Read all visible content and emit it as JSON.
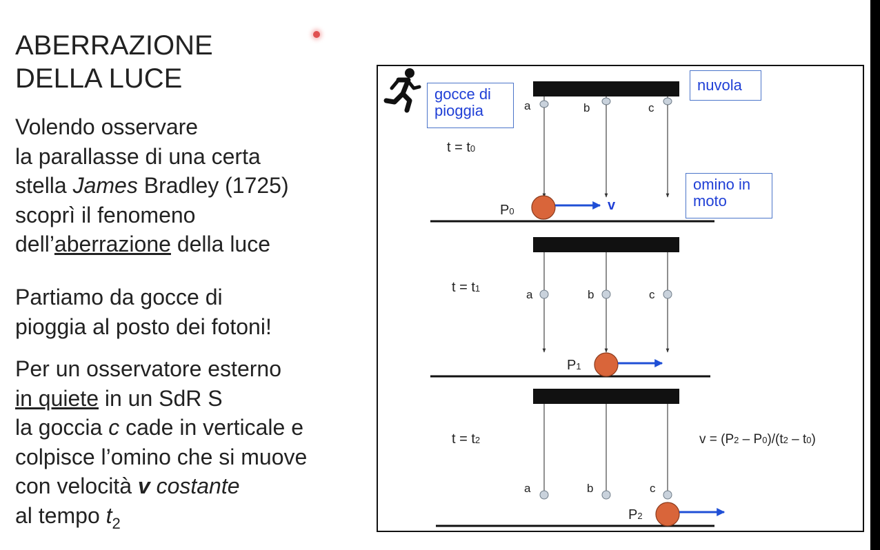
{
  "title": {
    "line1": "ABERRAZIONE",
    "line2": "DELLA LUCE"
  },
  "paragraph1": {
    "l1": "Volendo osservare",
    "l2": "la parallasse di una certa",
    "l3_pre": "stella ",
    "l3_italic": "James",
    "l3_post": " Bradley (1725)",
    "l4": "scoprì il fenomeno",
    "l5_pre": "dell’",
    "l5_underline": "aberrazione",
    "l5_post": " della luce"
  },
  "paragraph2": {
    "l1": "Partiamo da gocce di",
    "l2": "pioggia al posto dei fotoni!"
  },
  "paragraph3": {
    "l1": "Per un osservatore esterno",
    "l2_underline": "in quiete",
    "l2_post": " in un SdR S",
    "l3_pre": "la goccia ",
    "l3_italic": "c",
    "l3_post": " cade in verticale e",
    "l4": "colpisce l’omino che si muove",
    "l5_pre": "con velocità ",
    "l5_bold_italic": "v",
    "l5_italic": " costante",
    "l6_pre": "al tempo ",
    "l6_t": "t",
    "l6_sub": "2"
  },
  "diagram": {
    "labels": {
      "rain_drops": {
        "l1": "gocce di",
        "l2": "pioggia"
      },
      "cloud": "nuvola",
      "moving_man": {
        "l1": "omino in",
        "l2": "moto"
      }
    },
    "drops": [
      "a",
      "b",
      "c"
    ],
    "times": [
      {
        "t": "t = t",
        "sub": "0",
        "P": "P",
        "Psub": "0"
      },
      {
        "t": "t = t",
        "sub": "1",
        "P": "P",
        "Psub": "1"
      },
      {
        "t": "t = t",
        "sub": "2",
        "P": "P",
        "Psub": "2"
      }
    ],
    "velocity_label": "v",
    "formula": {
      "p1": "v = (P",
      "s1": "2",
      "p2": " – P",
      "s2": "0",
      "p3": ")/(t",
      "s3": "2",
      "p4": " – t",
      "s4": "0",
      "p5": ")"
    },
    "colors": {
      "observer": "#d9653a",
      "arrow": "#1f4fd6",
      "label_text": "#1f3fd6",
      "bar": "#111111"
    },
    "icons": [
      "running-man-icon"
    ]
  }
}
